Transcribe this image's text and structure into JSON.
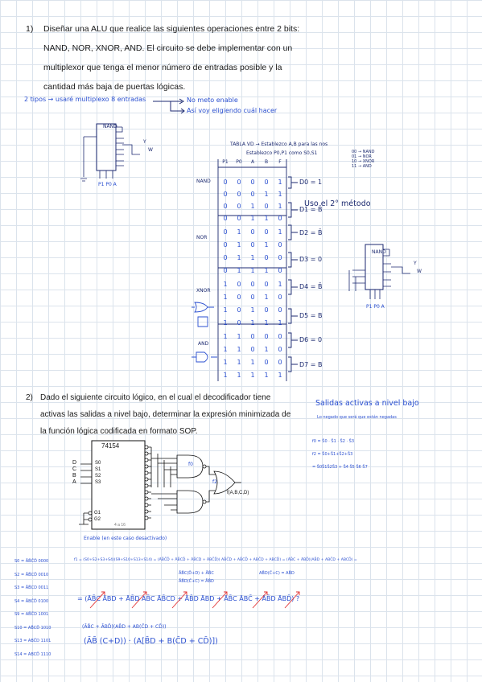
{
  "question1": {
    "number": "1)",
    "lines": [
      "Diseñar una ALU que realice las siguientes operaciones entre 2 bits:",
      "NAND, NOR, XNOR, AND. El circuito se debe implementar con un",
      "multiplexor que tenga el menor número de entradas posible y la",
      "cantidad más baja de puertas lógicas."
    ]
  },
  "notes1": {
    "tipos": "2 tipos → usaré multiplexo 8 entradas",
    "not_enable": "No meto enable",
    "elijo": "Así voy eligiendo cuál hacer",
    "tabla": "TABLA VD → Establezco A,B para las nos",
    "establezco": "Establezco P0,P1 como S0,S1",
    "ops": [
      "00 → NAND",
      "01 → NOR",
      "10 → XNOR",
      "11 → AND"
    ],
    "metodo": "Uso el 2° método",
    "mux_label_left": "P1 P0 A",
    "mux_label_right": "P1 P0 A",
    "mux_out_y": "Y",
    "mux_out_w": "W",
    "mux_in_nand": "NAND",
    "mux_in_nand2": "NAND"
  },
  "truth_table": {
    "headers": [
      "P1",
      "P0",
      "A",
      "B",
      "F"
    ],
    "rows": [
      [
        "0",
        "0",
        "0",
        "0",
        "1"
      ],
      [
        "0",
        "0",
        "0",
        "1",
        "1"
      ],
      [
        "0",
        "0",
        "1",
        "0",
        "1"
      ],
      [
        "0",
        "0",
        "1",
        "1",
        "0"
      ],
      [
        "0",
        "1",
        "0",
        "0",
        "1"
      ],
      [
        "0",
        "1",
        "0",
        "1",
        "0"
      ],
      [
        "0",
        "1",
        "1",
        "0",
        "0"
      ],
      [
        "0",
        "1",
        "1",
        "1",
        "0"
      ],
      [
        "1",
        "0",
        "0",
        "0",
        "1"
      ],
      [
        "1",
        "0",
        "0",
        "1",
        "0"
      ],
      [
        "1",
        "0",
        "1",
        "0",
        "0"
      ],
      [
        "1",
        "0",
        "1",
        "1",
        "1"
      ],
      [
        "1",
        "1",
        "0",
        "0",
        "0"
      ],
      [
        "1",
        "1",
        "0",
        "1",
        "0"
      ],
      [
        "1",
        "1",
        "1",
        "0",
        "0"
      ],
      [
        "1",
        "1",
        "1",
        "1",
        "1"
      ]
    ],
    "groups": [
      "NAND",
      "NOR",
      "XNOR",
      "AND"
    ],
    "results": [
      "D0 = 1",
      "D1 = B̄",
      "D2 = B̄",
      "D3 = 0",
      "D4 = B̄",
      "D5 = B",
      "D6 = 0",
      "D7 = B"
    ]
  },
  "question2": {
    "number": "2)",
    "lines": [
      "Dado el siguiente circuito lógico, en el cual el decodificador tiene",
      "activas las salidas a nivel bajo, determinar la expresión minimizada de",
      "la función lógica codificada en formato SOP."
    ]
  },
  "circuit2": {
    "chip": "74154",
    "inputs": [
      "D",
      "C",
      "B",
      "A"
    ],
    "sel": [
      "S0",
      "S1",
      "S2",
      "S3"
    ],
    "gates": [
      "G1",
      "G2"
    ],
    "gate_inner": "4 a 16",
    "gate_labels": [
      "f0",
      "f2"
    ],
    "output": "f(A,B,C,D)",
    "enable_note": "Enable (en este caso desactivado)"
  },
  "notes2": {
    "salidas": "Salidas activas a nivel bajo",
    "subtitulo": "Lo negado que será que están negadas",
    "f0": "f0 = S̄0 · S̄1 · S̄2 · S̄3",
    "f2": "f2 = S̄0+S̄1+S̄2+S̄3",
    "f_line": "= S̄0S̄1S̄2S̄3 + S̄4 S̄5 S̄6 S̄7"
  },
  "minterms": [
    "S0 = ĀB̄C̄D̄ 0000",
    "S2 = ĀB̄CD̄ 0010",
    "S3 = ĀB̄CD 0011",
    "S4 = ĀBC̄D̄ 0100",
    "S9 = AB̄C̄D 1001",
    "S10 = AB̄CD̄ 1010",
    "S13 = ABC̄D 1101",
    "S14 = ABCD̄ 1110"
  ],
  "derivation": {
    "line1": "f1 = (S0+S2+S3+S4)(S9+S10+S13+S14) = (ĀB̄C̄D̄ + ĀB̄CD̄ + ĀB̄CD + ĀBC̄D̄)( AB̄C̄D + AB̄CD̄ + ABC̄D + ABCD̄) = (ĀB̄C + ĀBD̄)(AB̄D + ABC̄D + ABCD̄) =",
    "sub1": "ĀB̄C(D̄+D) + ĀB̄C",
    "sub2": "ĀB̄D(C̄+C) = ĀB̄D",
    "sub3": "AB̄D(C̄+C) = AB̄D",
    "red_line": "= (ĀB̄C ĀBD + ĀB̄D AB̄C ĀB̄CD + ĀB̄D ĀBD + ĀB̄C ĀBC̄ + ĀB̄D ĀBD̄) ?",
    "line3": "(ĀB̄C + ĀBD̄)(AB̄D + AB(C̄D + CD̄))",
    "line4": "(ĀB̄ (C+D)) · (A[B̄D + B(C̄D + CD̄)])"
  }
}
